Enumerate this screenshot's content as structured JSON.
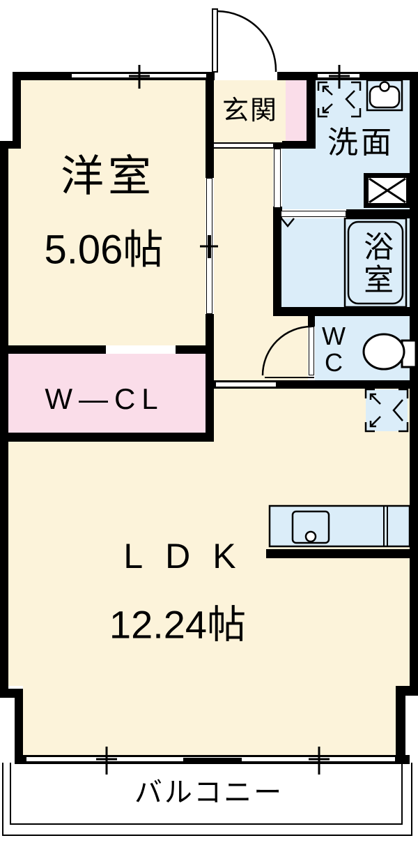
{
  "floorplan": {
    "rooms": {
      "western": {
        "label": "洋室",
        "size": "5.06帖"
      },
      "ldk": {
        "label": "LDK",
        "size": "12.24帖"
      },
      "wcl": {
        "label": "W—CL"
      },
      "entrance": {
        "label": "玄関"
      },
      "washroom": {
        "label": "洗面"
      },
      "bathroom": {
        "label": "浴室"
      },
      "toilet": {
        "label": "WC"
      },
      "balcony": {
        "label": "バルコニー"
      }
    },
    "icons": [
      "entrance-door-icon",
      "folding-closet-icon-washroom",
      "folding-closet-icon-ldk",
      "washing-machine-pan-icon",
      "sink-icon",
      "bathtub-icon",
      "toilet-icon",
      "wc-door-icon",
      "kitchen-counter-icon",
      "sliding-door-icon",
      "window-icon"
    ],
    "colors": {
      "room_fill": "#FCF3DA",
      "closet_fill": "#FADDE9",
      "wet_area_fill": "#DBEDF9",
      "wall": "#000000",
      "background": "#FFFFFF"
    }
  }
}
